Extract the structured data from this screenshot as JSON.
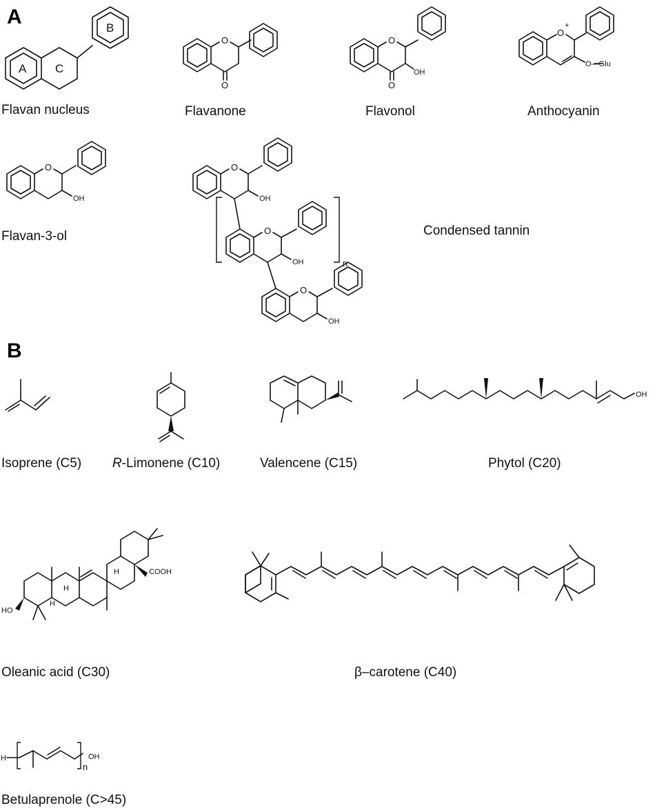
{
  "panels": {
    "a": "A",
    "b": "B"
  },
  "captions": {
    "flavan_nucleus": "Flavan nucleus",
    "flavanone": "Flavanone",
    "flavonol": "Flavonol",
    "anthocyanin": "Anthocyanin",
    "flavan3ol": "Flavan-3-ol",
    "condensed_tannin": "Condensed tannin",
    "isoprene": "Isoprene (C5)",
    "limonene_prefix": "R",
    "limonene_rest": "-Limonene (C10)",
    "valencene": "Valencene (C15)",
    "phytol": "Phytol (C20)",
    "oleanic": "Oleanic acid (C30)",
    "carotene": "β–carotene (C40)",
    "betulaprenole": "Betulaprenole (C>45)"
  },
  "ring_labels": {
    "a": "A",
    "b": "B",
    "c": "C"
  },
  "atoms": {
    "o": "O",
    "o_plus": "O",
    "plus": "+",
    "oh": "OH",
    "ho": "HO",
    "o_glu": "O—Glu",
    "h": "H",
    "cooh": "COOH",
    "n": "n"
  }
}
